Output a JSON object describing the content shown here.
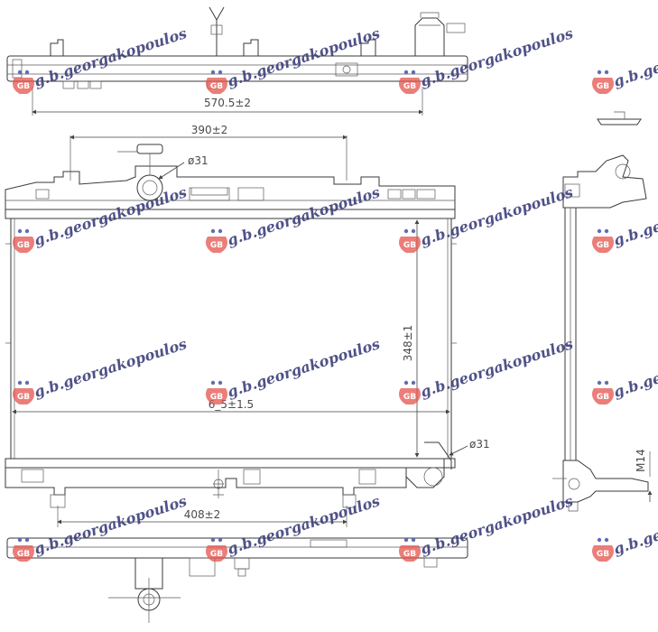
{
  "dimensions": {
    "top_width": "570.5±2",
    "core_offset": "390±2",
    "cap_diameter": "ø31",
    "core_height": "348±1",
    "core_width": "6_5±1.5",
    "outlet_diameter": "ø31",
    "bottom_offset": "408±2",
    "side_thread": "M14"
  },
  "watermark": {
    "text": "g.b.georgakopoulos",
    "text_partial": "g.b.georg",
    "logo_letters": "GB"
  },
  "colors": {
    "line": "#3a3a3a",
    "watermark_red": "#e4564f",
    "watermark_blue": "#4d5fa8"
  }
}
